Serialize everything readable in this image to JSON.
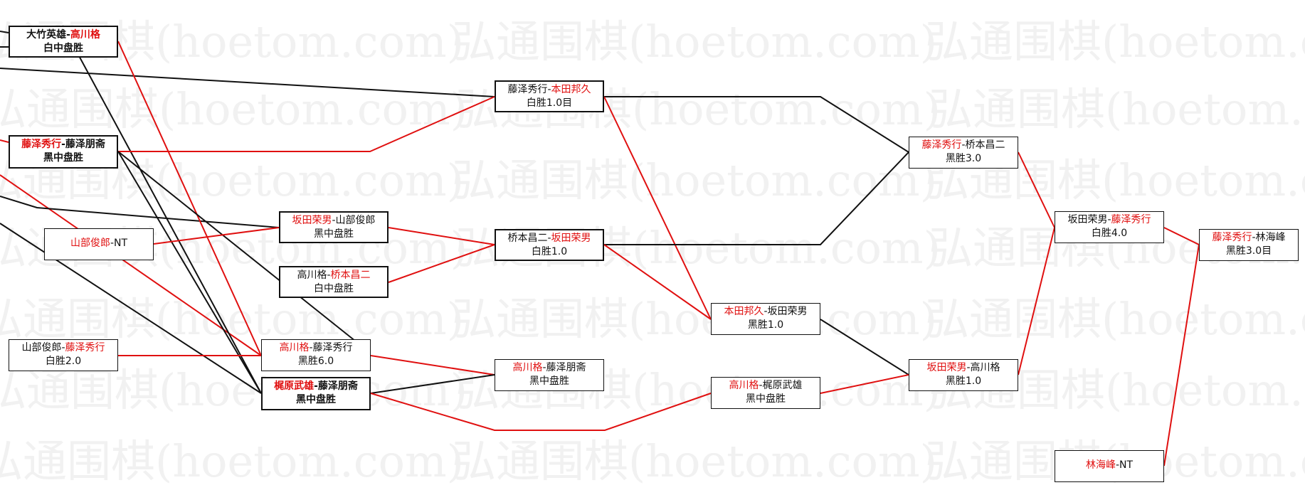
{
  "watermark": "弘通围棋(hoetom.com)",
  "colors": {
    "winner_text": "#e01010",
    "winner_link": "#e01010",
    "loser_link": "#111111",
    "box_border": "#111111"
  },
  "games": [
    {
      "id": "g1",
      "p1": "大竹英雄",
      "p2": "高川格",
      "winner": 2,
      "result": "白中盘胜"
    },
    {
      "id": "g2",
      "p1": "藤泽秀行",
      "p2": "藤泽朋斋",
      "winner": 1,
      "result": "黑中盘胜"
    },
    {
      "id": "g3",
      "p1": "山部俊郎",
      "p2": "NT",
      "winner": 1,
      "result": ""
    },
    {
      "id": "g4",
      "p1": "山部俊郎",
      "p2": "藤泽秀行",
      "winner": 2,
      "result": "白胜2.0"
    },
    {
      "id": "g5",
      "p1": "坂田荣男",
      "p2": "山部俊郎",
      "winner": 1,
      "result": "黑中盘胜"
    },
    {
      "id": "g6",
      "p1": "高川格",
      "p2": "桥本昌二",
      "winner": 2,
      "result": "白中盘胜"
    },
    {
      "id": "g7",
      "p1": "高川格",
      "p2": "藤泽秀行",
      "winner": 1,
      "result": "黑胜6.0"
    },
    {
      "id": "g8",
      "p1": "梶原武雄",
      "p2": "藤泽朋斋",
      "winner": 1,
      "result": "黑中盘胜"
    },
    {
      "id": "g9",
      "p1": "藤泽秀行",
      "p2": "本田邦久",
      "winner": 2,
      "result": "白胜1.0目"
    },
    {
      "id": "g10",
      "p1": "桥本昌二",
      "p2": "坂田荣男",
      "winner": 2,
      "result": "白胜1.0"
    },
    {
      "id": "g11",
      "p1": "高川格",
      "p2": "藤泽朋斋",
      "winner": 1,
      "result": "黑中盘胜"
    },
    {
      "id": "g12",
      "p1": "本田邦久",
      "p2": "坂田荣男",
      "winner": 1,
      "result": "黑胜1.0"
    },
    {
      "id": "g13",
      "p1": "高川格",
      "p2": "梶原武雄",
      "winner": 1,
      "result": "黑中盘胜"
    },
    {
      "id": "g14",
      "p1": "藤泽秀行",
      "p2": "桥本昌二",
      "winner": 1,
      "result": "黑胜3.0"
    },
    {
      "id": "g15",
      "p1": "坂田荣男",
      "p2": "高川格",
      "winner": 1,
      "result": "黑胜1.0"
    },
    {
      "id": "g16",
      "p1": "坂田荣男",
      "p2": "藤泽秀行",
      "winner": 2,
      "result": "白胜4.0"
    },
    {
      "id": "g17",
      "p1": "林海峰",
      "p2": "NT",
      "winner": 1,
      "result": ""
    },
    {
      "id": "g18",
      "p1": "藤泽秀行",
      "p2": "林海峰",
      "winner": 1,
      "result": "黑胜3.0目"
    }
  ]
}
